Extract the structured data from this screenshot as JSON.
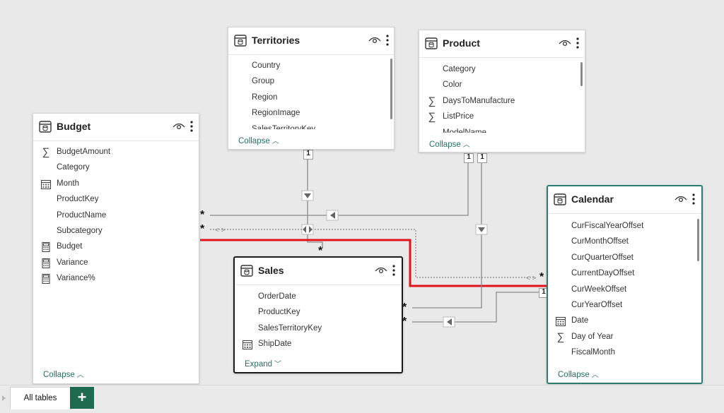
{
  "colors": {
    "accent": "#2c6e62",
    "highlight_line": "#e0141b",
    "add_tab_bg": "#1e6b4f"
  },
  "tables": {
    "territories": {
      "title": "Territories",
      "footer": "Collapse",
      "fields": [
        {
          "name": "Country",
          "icon": ""
        },
        {
          "name": "Group",
          "icon": ""
        },
        {
          "name": "Region",
          "icon": ""
        },
        {
          "name": "RegionImage",
          "icon": ""
        },
        {
          "name": "SalesTerritoryKey",
          "icon": ""
        }
      ]
    },
    "product": {
      "title": "Product",
      "footer": "Collapse",
      "fields": [
        {
          "name": "Category",
          "icon": ""
        },
        {
          "name": "Color",
          "icon": ""
        },
        {
          "name": "DaysToManufacture",
          "icon": "sum-icon"
        },
        {
          "name": "ListPrice",
          "icon": "sum-icon"
        },
        {
          "name": "ModelName",
          "icon": ""
        }
      ]
    },
    "budget": {
      "title": "Budget",
      "footer": "Collapse",
      "fields": [
        {
          "name": "BudgetAmount",
          "icon": "sum-icon"
        },
        {
          "name": "Category",
          "icon": ""
        },
        {
          "name": "Month",
          "icon": "calendar-icon"
        },
        {
          "name": "ProductKey",
          "icon": ""
        },
        {
          "name": "ProductName",
          "icon": ""
        },
        {
          "name": "Subcategory",
          "icon": ""
        },
        {
          "name": "Budget",
          "icon": "calculator-icon"
        },
        {
          "name": "Variance",
          "icon": "calculator-icon"
        },
        {
          "name": "Variance%",
          "icon": "calculator-icon"
        }
      ]
    },
    "sales": {
      "title": "Sales",
      "footer": "Expand",
      "fields": [
        {
          "name": "OrderDate",
          "icon": ""
        },
        {
          "name": "ProductKey",
          "icon": ""
        },
        {
          "name": "SalesTerritoryKey",
          "icon": ""
        },
        {
          "name": "ShipDate",
          "icon": "calendar-icon"
        }
      ]
    },
    "calendar": {
      "title": "Calendar",
      "footer": "Collapse",
      "fields": [
        {
          "name": "CurFiscalYearOffset",
          "icon": ""
        },
        {
          "name": "CurMonthOffset",
          "icon": ""
        },
        {
          "name": "CurQuarterOffset",
          "icon": ""
        },
        {
          "name": "CurrentDayOffset",
          "icon": ""
        },
        {
          "name": "CurWeekOffset",
          "icon": ""
        },
        {
          "name": "CurYearOffset",
          "icon": ""
        },
        {
          "name": "Date",
          "icon": "calendar-icon"
        },
        {
          "name": "Day of Year",
          "icon": "sum-icon"
        },
        {
          "name": "FiscalMonth",
          "icon": ""
        }
      ]
    }
  },
  "cardinality": {
    "one": "1",
    "many": "*"
  },
  "tabs": {
    "active": "All tables",
    "add": "+"
  }
}
